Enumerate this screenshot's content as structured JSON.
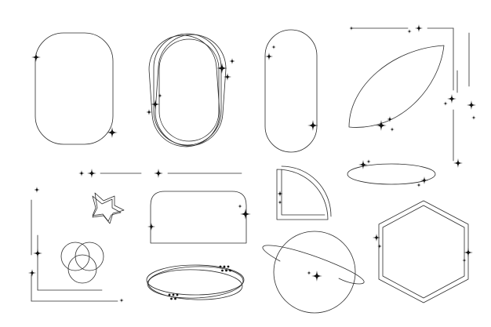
{
  "colors": {
    "background": "#ffffff",
    "line": "#2b2b2b",
    "star": "#111111"
  },
  "icons": [
    "four-point-sparkle-icon",
    "star-outline-icon",
    "dot-pattern-icon"
  ],
  "frames": [
    "rounded-rectangle-frame",
    "layered-oval-frame",
    "capsule-frame",
    "corner-bracket-frame-top-right",
    "leaf-shape-frame",
    "ellipse-ring-frame",
    "horizontal-divider-line",
    "star-outline-doodle",
    "arch-top-frame",
    "quarter-circle-frame",
    "corner-bracket-frame-bottom-left",
    "overlapping-circles-doodle",
    "layered-ellipse-ring",
    "planet-ring-frame",
    "hexagon-frame"
  ]
}
